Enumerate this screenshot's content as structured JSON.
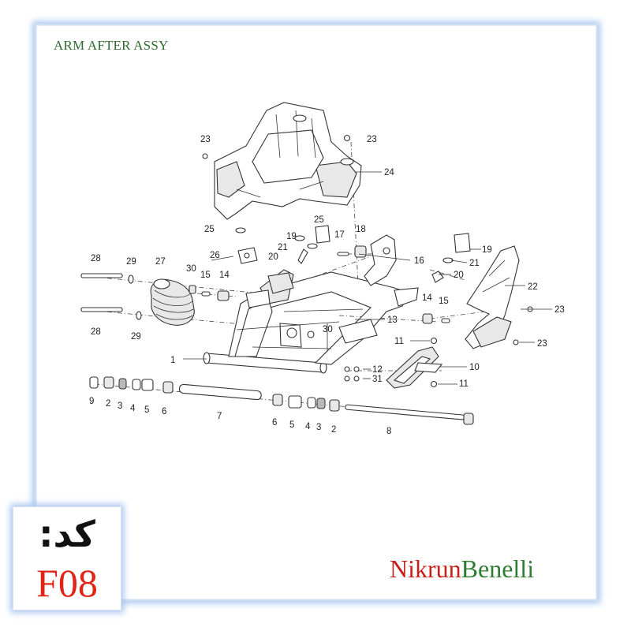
{
  "title": "ARM AFTER ASSY",
  "code": {
    "label": "کد:",
    "value": "F08"
  },
  "brand": {
    "part1": "Nikrun",
    "part2": "Benelli"
  },
  "callouts": {
    "c1": "1",
    "c2a": "2",
    "c2b": "2",
    "c3a": "3",
    "c3b": "3",
    "c4a": "4",
    "c4b": "4",
    "c5a": "5",
    "c5b": "5",
    "c6a": "6",
    "c6b": "6",
    "c7": "7",
    "c8": "8",
    "c9": "9",
    "c10": "10",
    "c11a": "11",
    "c11b": "11",
    "c12": "12",
    "c13": "13",
    "c14a": "14",
    "c14b": "14",
    "c15a": "15",
    "c15b": "15",
    "c16": "16",
    "c17": "17",
    "c18": "18",
    "c19a": "19",
    "c19b": "19",
    "c20a": "20",
    "c20b": "20",
    "c21a": "21",
    "c21b": "21",
    "c22": "22",
    "c23a": "23",
    "c23b": "23",
    "c23c": "23",
    "c23d": "23",
    "c24": "24",
    "c25a": "25",
    "c25b": "25",
    "c26": "26",
    "c27": "27",
    "c28a": "28",
    "c28b": "28",
    "c29a": "29",
    "c29b": "29",
    "c30a": "30",
    "c30b": "30",
    "c31": "31"
  },
  "colors": {
    "code_value": "#e02418",
    "brand_red": "#c8201a",
    "brand_green": "#2e7d32",
    "title": "#2e6b2e",
    "frame_glow": "#a9c6ee"
  }
}
